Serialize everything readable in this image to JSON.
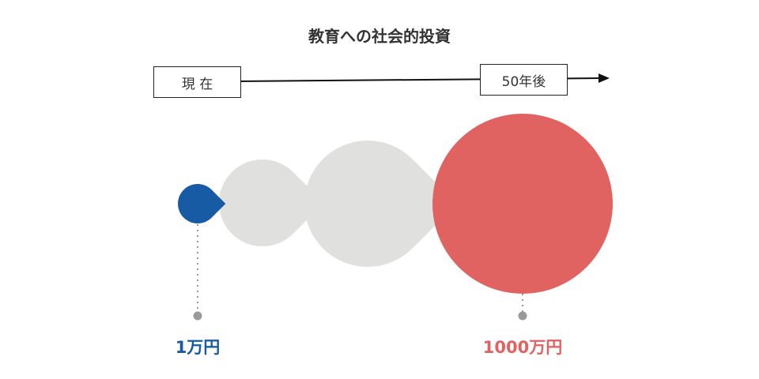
{
  "title": "教育への社会的投資",
  "timeline": {
    "start_label": "現 在",
    "end_label": "50年後"
  },
  "values": {
    "start": "1万円",
    "end": "1000万円"
  },
  "colors": {
    "blue": "#185ba5",
    "gray": "#e0e0df",
    "red": "#e06361",
    "dot": "#999999"
  }
}
